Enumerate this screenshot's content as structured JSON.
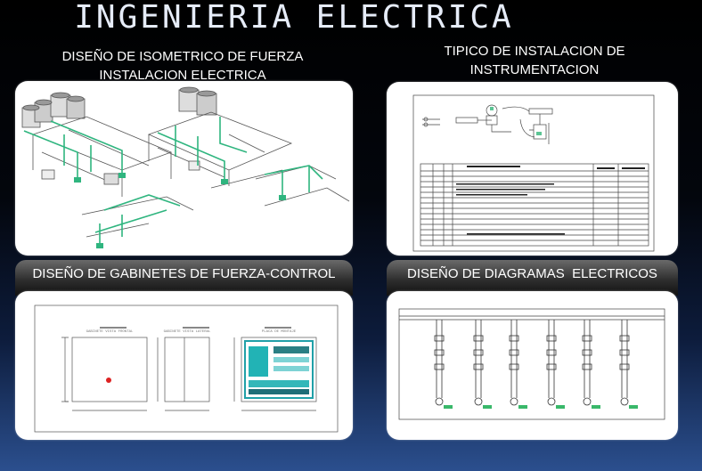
{
  "title": "INGENIERIA ELECTRICA",
  "panels": {
    "top_left": {
      "caption_line1": "DISEÑO DE ISOMETRICO DE FUERZA",
      "caption_line2": "INSTALACION ELECTRICA"
    },
    "top_right": {
      "caption_line1": "TIPICO DE INSTALACION DE",
      "caption_line2": "INSTRUMENTACION"
    },
    "bottom_left": {
      "caption": "DISEÑO DE GABINETES DE FUERZA-CONTROL"
    },
    "bottom_right": {
      "caption": "DISEÑO DE DIAGRAMAS  ELECTRICOS"
    }
  },
  "cabinet_labels": {
    "front": "GABINETE VISTA FRONTAL",
    "side": "GABINETE VISTA LATERAL",
    "plate": "PLACA DE MONTAJE"
  }
}
